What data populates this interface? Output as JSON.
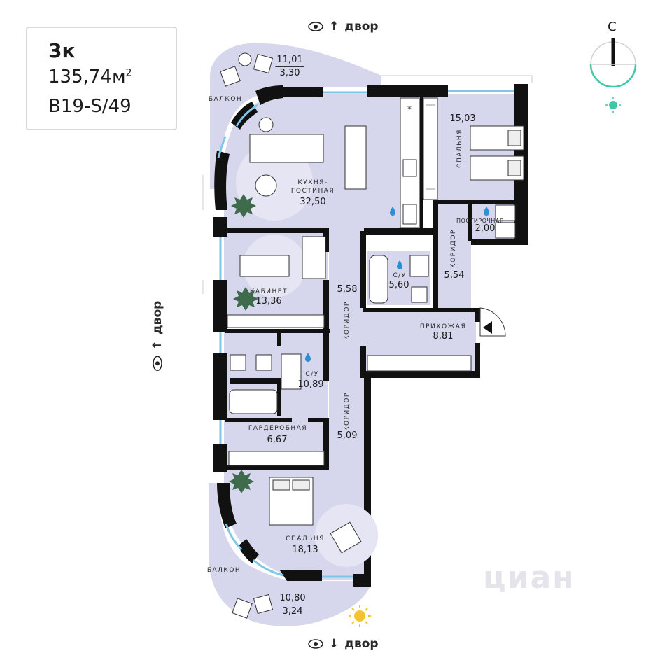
{
  "summary": {
    "rooms": "3к",
    "area": "135,74м",
    "area_sup": "2",
    "code": "B19-S/49"
  },
  "views": {
    "top": "двор",
    "bottom": "двор",
    "left": "двор"
  },
  "compass": {
    "north": "С"
  },
  "rooms": {
    "balcony_top": {
      "label": "БАЛКОН",
      "area_total": "11,01",
      "area_net": "3,30"
    },
    "kitchen": {
      "label_line1": "КУХНЯ-",
      "label_line2": "ГОСТИНАЯ",
      "area": "32,50"
    },
    "bedroom_ne": {
      "label": "СПАЛЬНЯ",
      "area": "15,03"
    },
    "laundry": {
      "label": "ПОСТИРОЧНАЯ",
      "area": "2,00"
    },
    "corridor_e": {
      "label": "КОРИДОР",
      "area": "5,54"
    },
    "bath_center": {
      "label": "С/У",
      "area": "5,60"
    },
    "cabinet": {
      "label": "КАБИНЕТ",
      "area": "13,36"
    },
    "corridor_c": {
      "area": "5,58",
      "label": "КОРИДОР"
    },
    "hall": {
      "label": "ПРИХОЖАЯ",
      "area": "8,81"
    },
    "bath_west": {
      "label": "С/У",
      "area": "10,89"
    },
    "wardrobe": {
      "label": "ГАРДЕРОБНАЯ",
      "area": "6,67"
    },
    "corridor_s": {
      "label": "КОРИДОР",
      "area": "5,09"
    },
    "bedroom_s": {
      "label": "СПАЛЬНЯ",
      "area": "18,13"
    },
    "balcony_bottom": {
      "label": "БАЛКОН",
      "area_total": "10,80",
      "area_net": "3,24"
    }
  },
  "watermark": "циан",
  "colors": {
    "floor": "#d6d6ec",
    "wall": "#111111",
    "window": "#7fc7e8",
    "accent": "#3fc7a6",
    "sun": "#f4c430",
    "plant": "#3d6b4b",
    "water": "#2b8fd6"
  }
}
